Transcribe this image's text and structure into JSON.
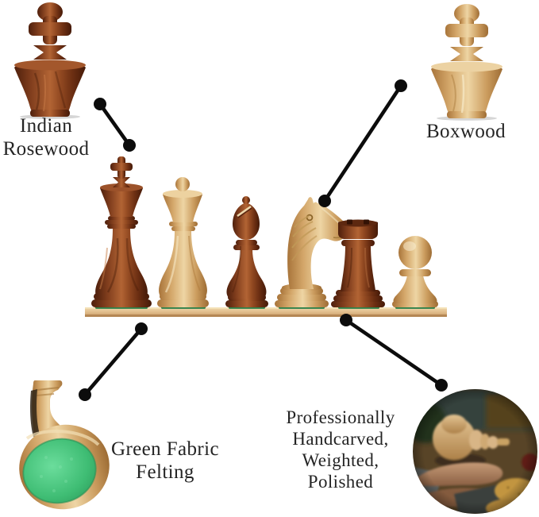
{
  "background": "#ffffff",
  "colors": {
    "rosewood": "#8a4423",
    "rosewood_highlight": "#b26434",
    "rosewood_shadow": "#4e1f0c",
    "boxwood": "#ddb273",
    "boxwood_highlight": "#eed5a4",
    "boxwood_shadow": "#a8743a",
    "shelf_wood": "#e0bd8b",
    "felt_green": "#3fbd74",
    "connector": "#0c0c0c",
    "text": "#242424"
  },
  "callouts": {
    "indian_rosewood": {
      "lines": [
        "Indian",
        "Rosewood"
      ]
    },
    "boxwood": {
      "lines": [
        "Boxwood"
      ]
    },
    "green_fabric_felting": {
      "lines": [
        "Green Fabric",
        "Felting"
      ]
    },
    "handcarved": {
      "lines": [
        "Professionally",
        "Handcarved,",
        "Weighted,",
        "Polished"
      ]
    }
  },
  "photos": {
    "rosewood_finial": "indian-rosewood-king-finial-closeup",
    "boxwood_finial": "boxwood-king-finial-closeup",
    "chess_set": "six-staunton-chess-pieces-on-wooden-shelf",
    "felt_base": "chess-piece-base-with-green-felt-closeup",
    "handcarving": "craftsman-hand-turning-chess-piece-on-lathe"
  },
  "pieces": [
    {
      "name": "king",
      "wood": "indian-rosewood"
    },
    {
      "name": "queen",
      "wood": "boxwood"
    },
    {
      "name": "bishop",
      "wood": "indian-rosewood"
    },
    {
      "name": "knight",
      "wood": "boxwood"
    },
    {
      "name": "rook",
      "wood": "indian-rosewood"
    },
    {
      "name": "pawn",
      "wood": "boxwood"
    }
  ]
}
